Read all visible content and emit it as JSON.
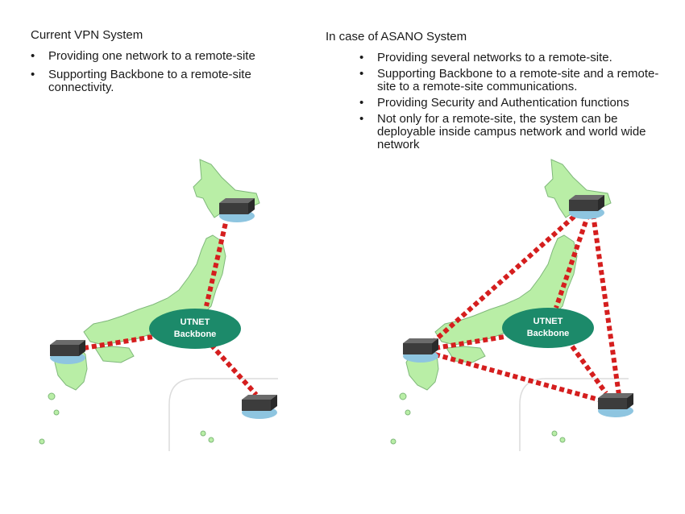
{
  "left_panel": {
    "title": "Current VPN System",
    "bullets": [
      "Providing one network to a  remote-site",
      "Supporting Backbone to a remote-site connectivity."
    ],
    "backbone_line1": "UTNET",
    "backbone_line2": "Backbone"
  },
  "right_panel": {
    "title": "In case of ASANO System",
    "bullets": [
      "Providing several networks to a remote-site.",
      "Supporting Backbone to a remote-site and a remote-site to a remote-site communications.",
      "Providing Security and Authentication functions",
      "Not only for a remote-site, the system can be deployable inside campus network and world wide network"
    ],
    "backbone_line1": "UTNET",
    "backbone_line2": "Backbone"
  },
  "colors": {
    "map_fill": "#b9eea6",
    "map_stroke": "#7fb87a",
    "link": "#d51e1e",
    "backbone": "#1c8a6a",
    "router_top": "#6b6b6b",
    "router_front": "#3c3c3c",
    "cloud": "#8ec5e0"
  }
}
